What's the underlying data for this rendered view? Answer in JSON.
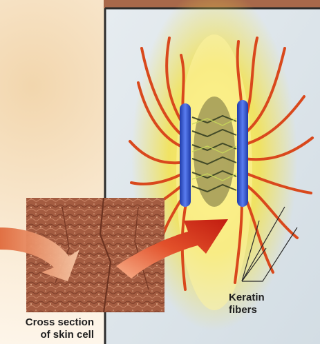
{
  "labels": {
    "keratin_line1": "Keratin",
    "keratin_line2": "fibers",
    "cross_line1": "Cross section",
    "cross_line2": "of skin cell"
  },
  "colors": {
    "background": "#fdf6ea",
    "panel": "#dfe7ec",
    "panel_border": "#2b2b2b",
    "plaque": "#3355c8",
    "fiber": "#d9481c",
    "glow": "#f4e34a",
    "tissue": "#a05a40",
    "arrow": "#d8321a",
    "leader": "#2a2a2a"
  }
}
